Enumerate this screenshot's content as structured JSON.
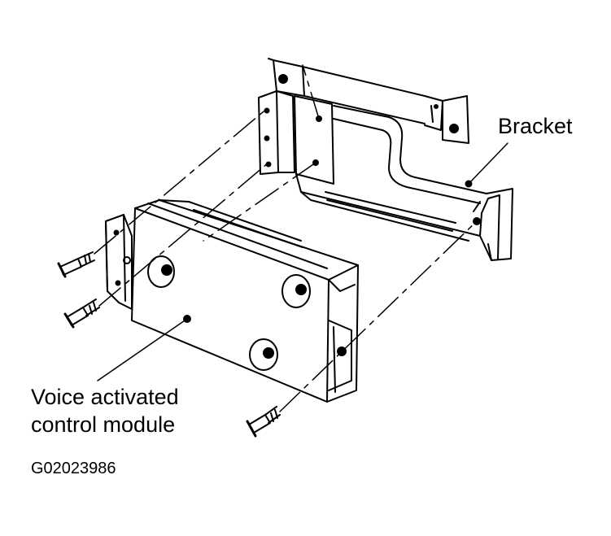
{
  "labels": {
    "bracket": "Bracket",
    "module_line1": "Voice activated",
    "module_line2": "control module",
    "figure_id": "G02023986"
  },
  "colors": {
    "ink": "#000000",
    "paper": "#ffffff"
  },
  "parts": [
    {
      "name": "bracket",
      "label_key": "bracket"
    },
    {
      "name": "voice-activated-control-module",
      "label_key": "module"
    },
    {
      "name": "mounting-screw",
      "count": 3
    }
  ]
}
